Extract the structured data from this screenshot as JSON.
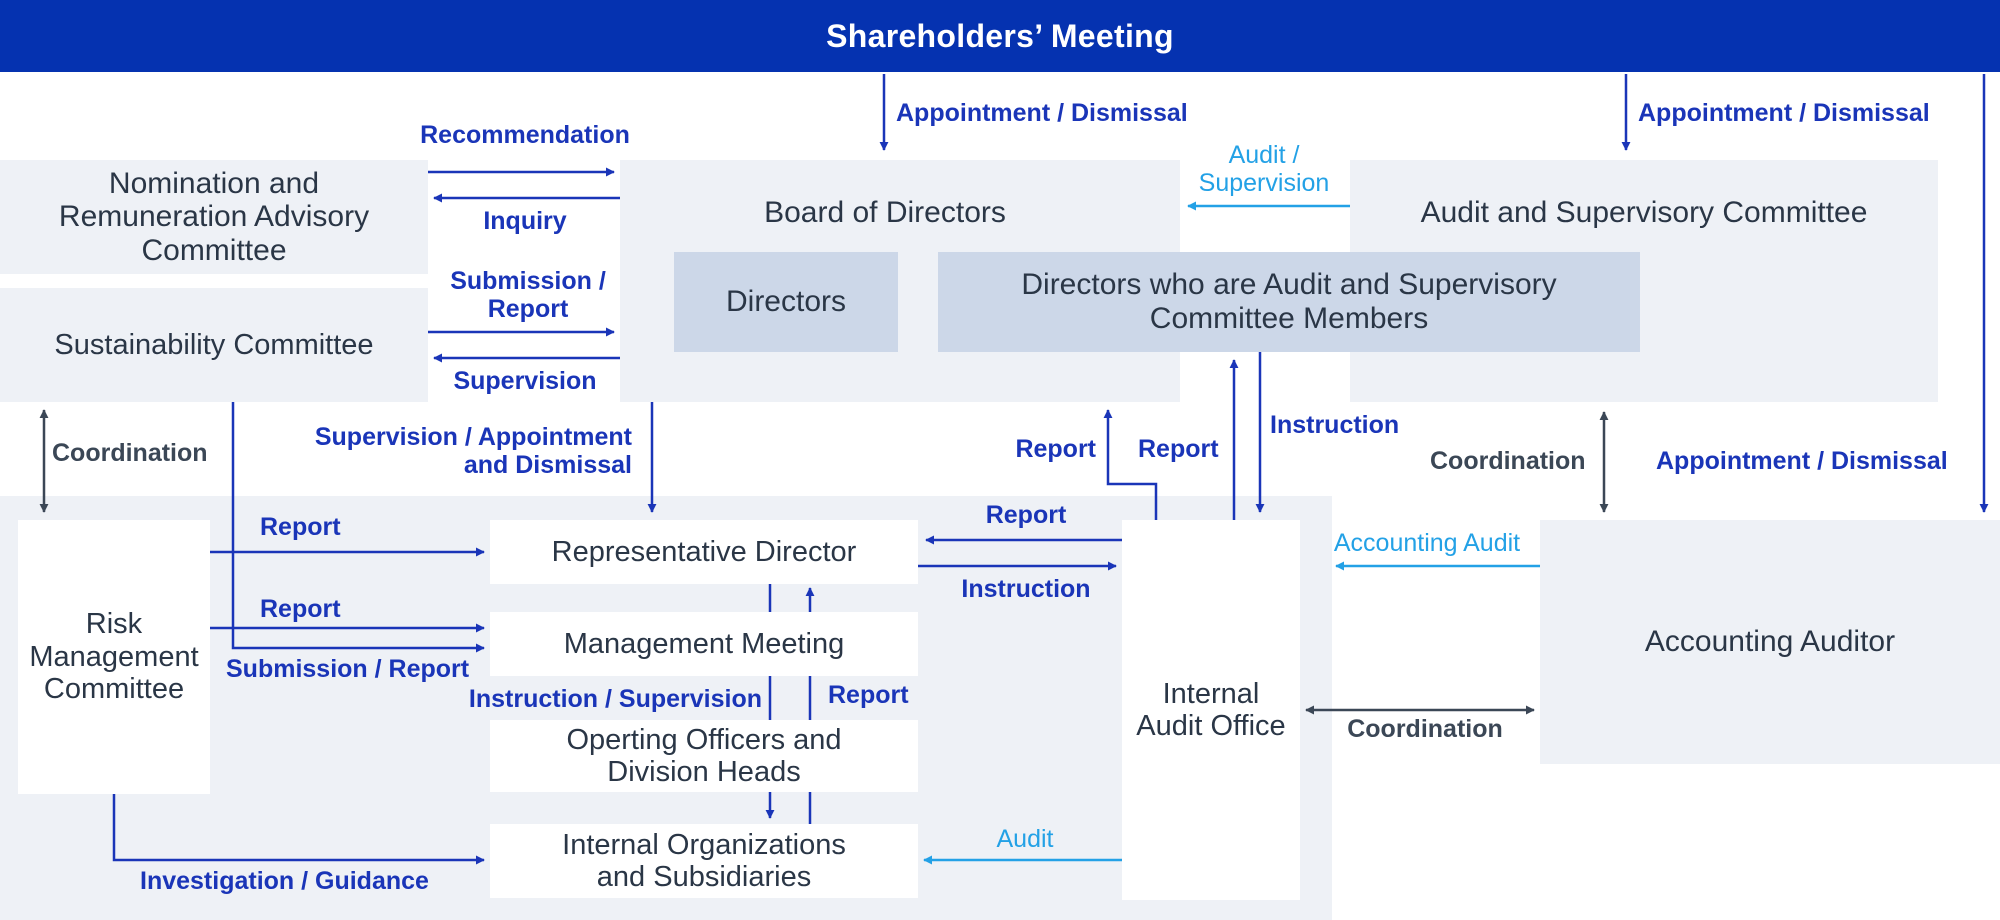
{
  "header": {
    "title": "Shareholders’ Meeting"
  },
  "boxes": {
    "nomination": "Nomination and Remuneration Advisory Committee",
    "sustainability": "Sustainability Committee",
    "board": "Board of Directors",
    "directors": "Directors",
    "audit_members": "Directors who are Audit and Supervisory Committee Members",
    "audit_committee": "Audit and Supervisory Committee",
    "risk": "Risk Management Committee",
    "rep_director": "Representative Director",
    "mgmt_meeting": "Management Meeting",
    "officers": "Operting Officers and Division Heads",
    "internal_orgs": "Internal Organizations and Subsidiaries",
    "internal_audit": "Internal Audit Office",
    "accounting_auditor": "Accounting Auditor"
  },
  "labels": {
    "appt_board": "Appointment / Dismissal",
    "appt_audit": "Appointment / Dismissal",
    "appt_accounting": "Appointment / Dismissal",
    "recommendation": "Recommendation",
    "inquiry": "Inquiry",
    "submission_report_1": "Submission / Report",
    "supervision_1": "Supervision",
    "audit_supervision": "Audit / Supervision",
    "coordination_left": "Coordination",
    "supervision_appt": "Supervision / Appointment and Dismissal",
    "report_up_1": "Report",
    "report_up_2": "Report",
    "instruction_down": "Instruction",
    "coordination_right": "Coordination",
    "report_risk_1": "Report",
    "report_risk_2": "Report",
    "submission_report_2": "Submission / Report",
    "report_iao": "Report",
    "instruction_iao": "Instruction",
    "accounting_audit": "Accounting Audit",
    "instruction_supervision": "Instruction / Supervision",
    "report_ops": "Report",
    "coordination_bottom": "Coordination",
    "audit": "Audit",
    "investigation": "Investigation / Guidance"
  },
  "colors": {
    "header": "#0532b0",
    "panel": "#eef1f6",
    "dark_box": "#ccd7e8",
    "arrow_blue": "#1a35b8",
    "arrow_light_blue": "#23a1e6",
    "arrow_gray": "#3b4756"
  }
}
